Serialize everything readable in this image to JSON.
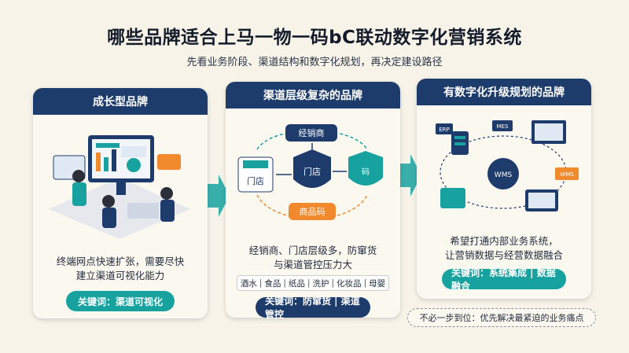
{
  "header": {
    "title": "哪些品牌适合上马一物一码bC联动数字化营销系统",
    "subtitle": "先看业务阶段、渠道结构和数字化规划，再决定建设路径"
  },
  "cards": [
    {
      "title": "成长型品牌",
      "desc_line1": "终端网点快速扩张，需要尽快",
      "desc_line2": "建立渠道可视化能力",
      "keyword": "关键词：渠道可视化"
    },
    {
      "title": "渠道层级复杂的品牌",
      "diagram": {
        "top": "经销商",
        "left": "门店",
        "center": "门店",
        "right_badge": "码",
        "bottom": "商品码"
      },
      "desc_line1": "经销商、门店层级多，防窜货",
      "desc_line2": "与渠道管控压力大",
      "tags": [
        "酒水",
        "食品",
        "纸品",
        "洗护",
        "化妆品",
        "母婴"
      ],
      "keyword": "关键词：防窜货 | 渠道管控"
    },
    {
      "title": "有数字化升级规划的品牌",
      "diagram": {
        "erp": "ERP",
        "mes": "MES",
        "center": "WMS",
        "wms": "WMS"
      },
      "desc_line1": "希望打通内部业务系统，",
      "desc_line2": "让营销数据与经营数据融合",
      "keyword": "关键词：系统集成 | 数据融合"
    }
  ],
  "footer_note": "不必一步到位：优先解决最紧迫的业务痛点",
  "colors": {
    "navy": "#1d3b6b",
    "teal": "#17a2a0",
    "orange": "#f08a2c",
    "background": "#f7f3e8"
  }
}
